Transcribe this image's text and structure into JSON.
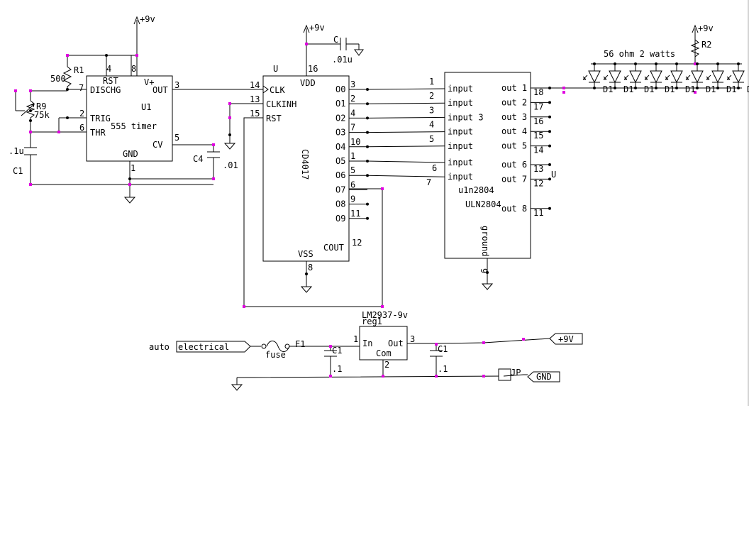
{
  "colors": {
    "wire": "#000000",
    "node": "#e000e0",
    "background": "#ffffff"
  },
  "power_labels": {
    "vcc_timer": "+9v",
    "vcc_counter": "+9v",
    "vcc_leds": "+9v"
  },
  "timer": {
    "ref": "U1",
    "name": "555 timer",
    "pins": {
      "rst": "RST",
      "vplus": "V+",
      "out": "OUT",
      "dischg": "DISCHG",
      "trig": "TRIG",
      "thr": "THR",
      "cv": "CV",
      "gnd": "GND"
    },
    "pin_numbers": {
      "rst": "4",
      "vplus": "8",
      "out": "3",
      "dischg": "7",
      "trig": "2",
      "thr": "6",
      "cv": "5",
      "gnd": "1"
    }
  },
  "timer_parts": {
    "r1_ref": "R1",
    "r1_value": "500",
    "r9_ref": "R9",
    "r9_value": "75k",
    "c1_ref": "C1",
    "c1_value": ".1u",
    "c4_ref": "C4",
    "c4_value": ".01"
  },
  "counter": {
    "ref": "U",
    "name": "CD4017",
    "pins": {
      "clk": "CLK",
      "clkinh": "CLKINH",
      "rst": "RST",
      "vdd": "VDD",
      "vss": "VSS",
      "cout": "COUT"
    },
    "pin_numbers": {
      "clk": "14",
      "clkinh": "13",
      "rst": "15",
      "vdd": "16",
      "vss": "8",
      "cout": "12"
    },
    "outputs": [
      "O0",
      "O1",
      "O2",
      "O3",
      "O4",
      "O5",
      "O6",
      "O7",
      "O8",
      "O9"
    ],
    "output_pins": [
      "3",
      "2",
      "4",
      "7",
      "10",
      "1",
      "5",
      "6",
      "9",
      "11"
    ]
  },
  "counter_cap": {
    "ref": "C",
    "value": ".01u"
  },
  "driver": {
    "ref": "u1n2804",
    "name": "ULN2804",
    "inputs": [
      "input",
      "input",
      "input 3",
      "input",
      "input",
      "input",
      "input"
    ],
    "input_pins": [
      "1",
      "2",
      "3",
      "4",
      "5",
      "6",
      "7"
    ],
    "outputs": [
      "out 1",
      "out 2",
      "out 3",
      "out 4",
      "out 5",
      "out 6",
      "out 7",
      "out 8"
    ],
    "output_pins": [
      "18",
      "17",
      "16",
      "15",
      "14",
      "13",
      "12",
      "11"
    ],
    "ground_label": "ground",
    "ground_pin": "9",
    "unit_label": "U"
  },
  "leds": {
    "title": "56 ohm 2 watts",
    "r2_ref": "R2",
    "diode_label": "D1"
  },
  "regulator": {
    "part": "LM2937-9v",
    "ref": "reg1",
    "pins": {
      "in": "In",
      "out": "Out",
      "com": "Com"
    },
    "pin_numbers": {
      "in": "1",
      "out": "3",
      "com": "2"
    },
    "cap_in_ref": "C1",
    "cap_in_value": ".1",
    "cap_out_ref": "C1",
    "cap_out_value": ".1"
  },
  "supply": {
    "source_label": "auto",
    "source_port": "electrical",
    "fuse_label": "fuse",
    "fuse_ref": "F1",
    "out_port": "+9V",
    "gnd_port": "GND",
    "jumper_label": "JP"
  }
}
